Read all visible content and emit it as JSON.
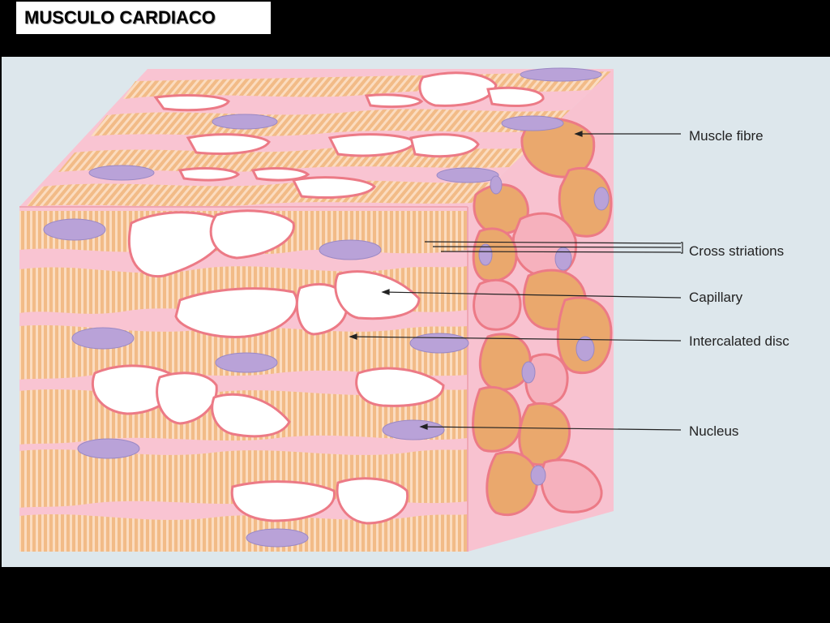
{
  "title": "MUSCULO CARDIACO",
  "labels": {
    "muscle_fibre": "Muscle fibre",
    "cross_striations": "Cross striations",
    "capillary": "Capillary",
    "intercalated_disc": "Intercalated disc",
    "nucleus": "Nucleus"
  },
  "colors": {
    "fibre": "#f2bb87",
    "stripe": "#fbe0c6",
    "pink": "#f9c4d2",
    "capillary_wall": "#ec7a86",
    "nucleus": "#b9a2d8",
    "background": "#dde7ec"
  }
}
